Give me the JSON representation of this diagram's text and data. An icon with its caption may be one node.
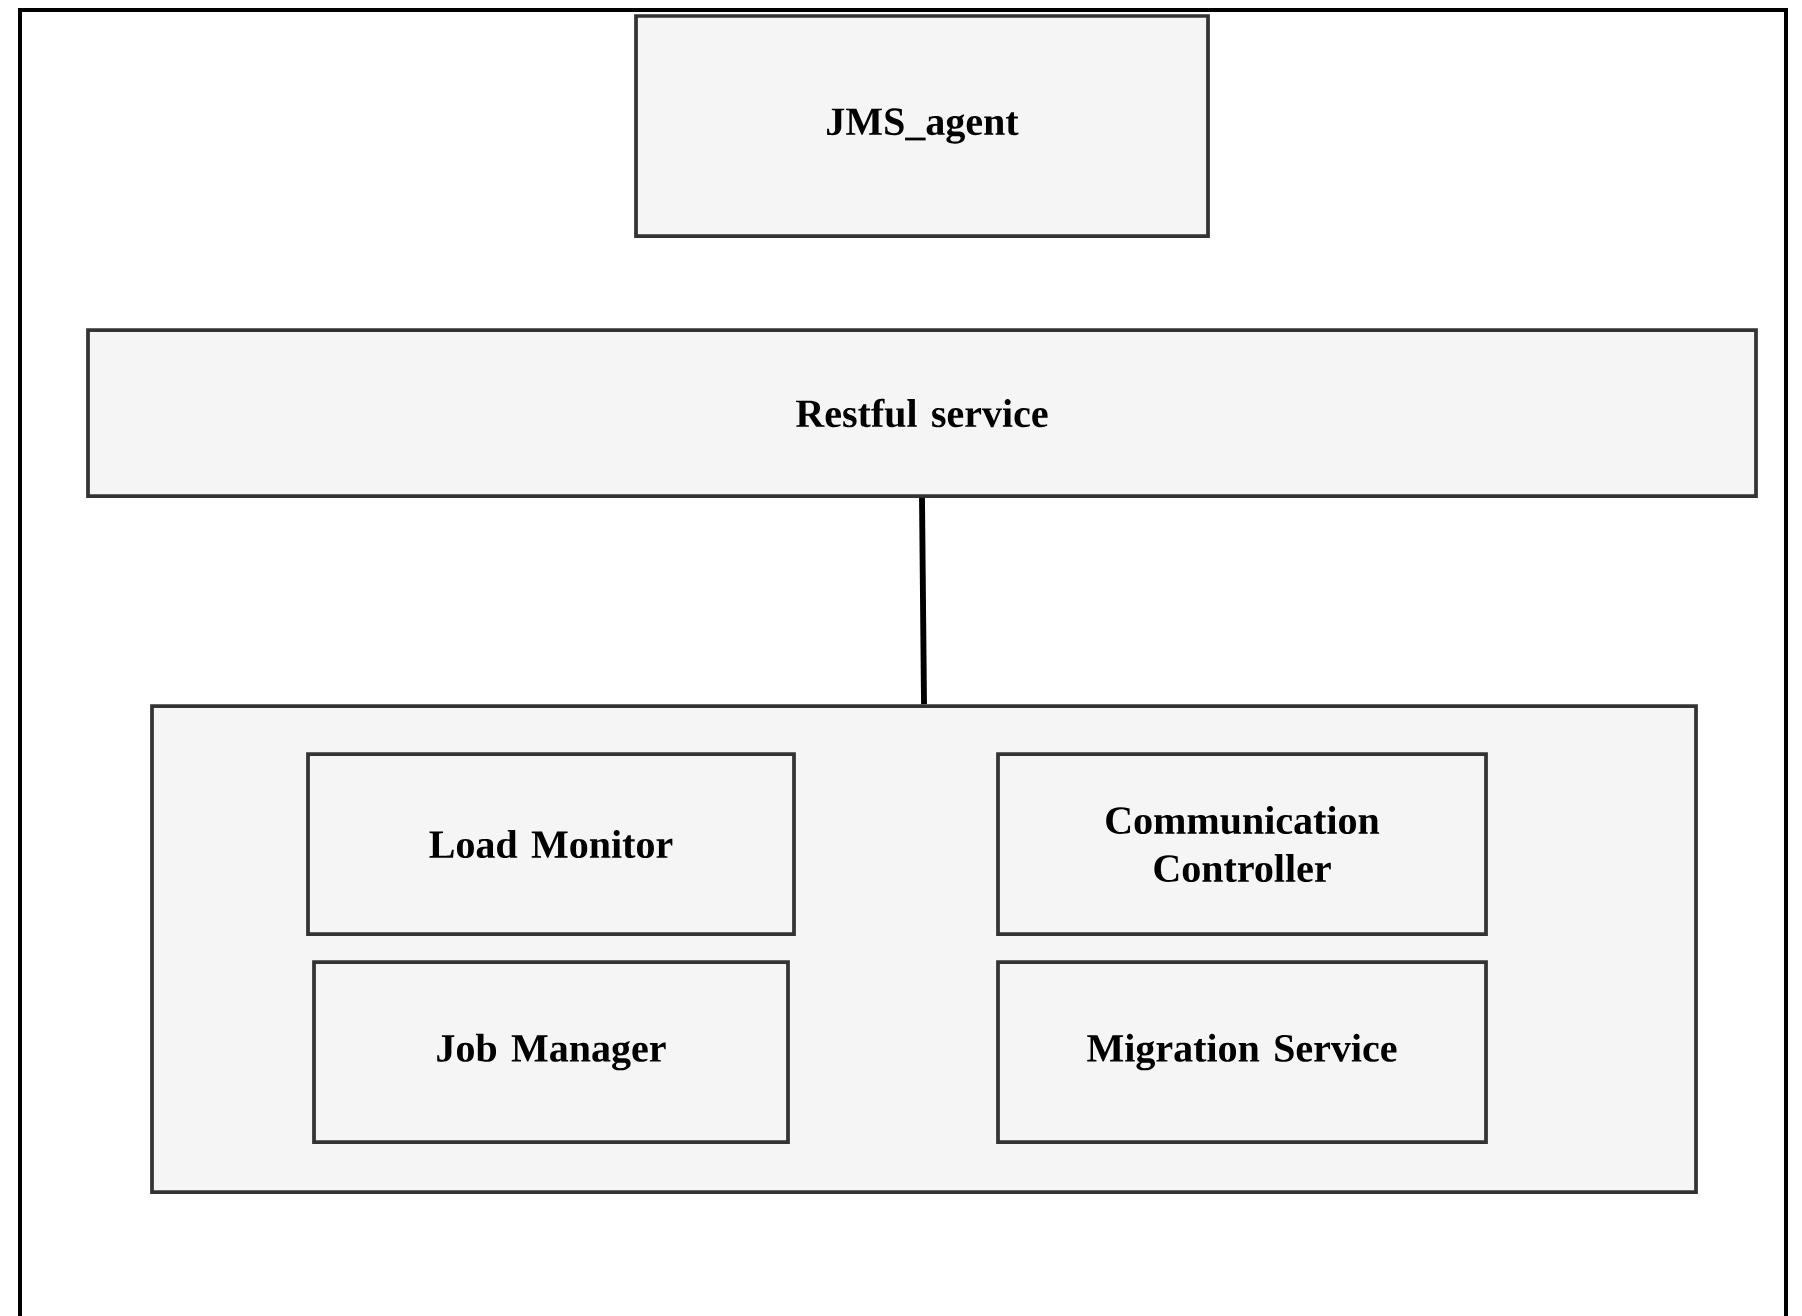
{
  "diagram": {
    "nodes": [
      {
        "text": [
          "JMS_agent"
        ]
      },
      {
        "text": [
          "Restful service"
        ]
      },
      {
        "text": [],
        "shape": "box"
      },
      {
        "text": [
          "Load Monitor"
        ],
        "in": 2
      },
      {
        "text": [
          "Communication Controller"
        ],
        "in": 2
      },
      {
        "text": [
          "Job Manager"
        ],
        "in": 2
      },
      {
        "text": [
          "Migration Service"
        ],
        "in": 2
      }
    ],
    "edges": [
      {
        "from": 1,
        "to": 2,
        "arrow": "none"
      }
    ]
  }
}
